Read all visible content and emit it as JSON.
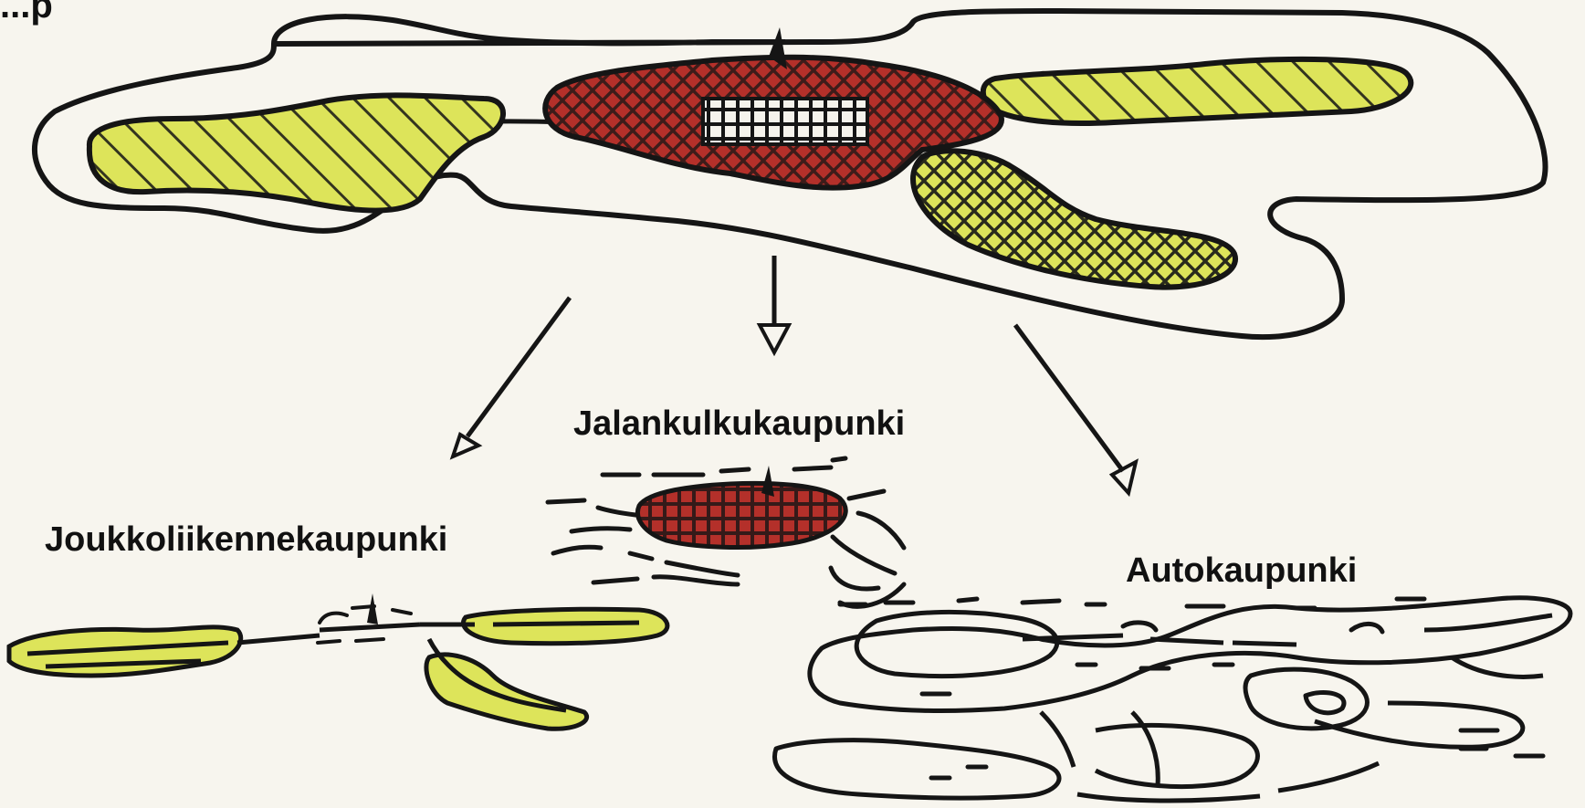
{
  "colors": {
    "background": "#f7f5ee",
    "ink": "#151515",
    "yellow_zone": "#dde45a",
    "red_zone": "#b4302a"
  },
  "labels": {
    "top_partial": "...p",
    "walking_city": "Jalankulkukaupunki",
    "transit_city": "Joukkoliikennekaupunki",
    "car_city": "Autokaupunki"
  }
}
